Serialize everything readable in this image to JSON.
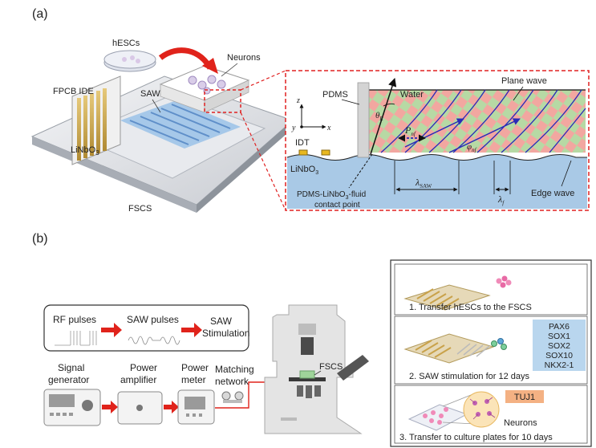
{
  "panels": {
    "a": {
      "label": "(a)"
    },
    "b": {
      "label": "(b)"
    }
  },
  "device": {
    "hescs": "hESCs",
    "neurons": "Neurons",
    "fpcb_ide": "FPCB IDE",
    "saw": "SAW",
    "linbo3_main": "LiNbO",
    "linbo3_sub": "3",
    "fscs": "FSCS"
  },
  "wave_detail": {
    "pdms": "PDMS",
    "water": "Water",
    "plane_wave": "Plane wave",
    "theta": "θ",
    "theta_sub": "R",
    "axis_z": "z",
    "axis_y": "y",
    "axis_x": "x",
    "p_main": "P",
    "p_sub": "nf",
    "phi": "φ",
    "phi_sub": "nf",
    "idt": "IDT",
    "linbo3_main": "LiNbO",
    "linbo3_sub": "3",
    "lambda": "λ",
    "lambda_saw_sub": "SAW",
    "lambda_f_sub": "f",
    "edge_wave": "Edge wave",
    "contact_line1_a": "PDMS-LiNbO",
    "contact_line1_sub": "3",
    "contact_line1_b": "-fluid",
    "contact_line2": "contact point"
  },
  "pulses": {
    "rf": "RF pulses",
    "saw": "SAW pulses",
    "stim_line1": "SAW",
    "stim_line2": "Stimulation"
  },
  "chain": {
    "signal_l1": "Signal",
    "signal_l2": "generator",
    "power_amp_l1": "Power",
    "power_amp_l2": "amplifier",
    "power_meter_l1": "Power",
    "power_meter_l2": "meter",
    "matching_l1": "Matching",
    "matching_l2": "network",
    "fscs": "FSCS"
  },
  "steps": {
    "step1": "1. Transfer hESCs to the FSCS",
    "markers": [
      "PAX6",
      "SOX1",
      "SOX2",
      "SOX10",
      "NKX2-1"
    ],
    "step2": "2. SAW stimulation for 12 days",
    "tuj1": "TUJ1",
    "neurons": "Neurons",
    "step3": "3. Transfer to culture plates for 10 days"
  },
  "colors": {
    "arrow_red": "#e0231b",
    "substrate_blue": "#a9c9e6",
    "dashed_red": "#e02020",
    "pink_wave": "#f2a7a0",
    "green_wave": "#b7d9a4",
    "marker_box": "#b9d6ee",
    "tuj1_box": "#f4b183",
    "gold": "#c9a24a"
  }
}
